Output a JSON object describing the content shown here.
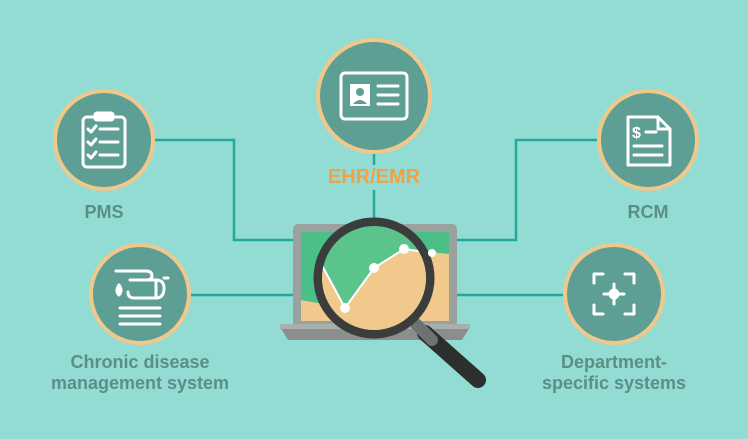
{
  "nodes": {
    "ehr": {
      "label": "EHR/EMR",
      "icon": "id-card-icon"
    },
    "pms": {
      "label": "PMS",
      "icon": "clipboard-checklist-icon"
    },
    "rcm": {
      "label": "RCM",
      "icon": "invoice-dollar-icon"
    },
    "chronic": {
      "label_line1": "Chronic disease",
      "label_line2": "management system",
      "icon": "pointing-hand-icon"
    },
    "department": {
      "label_line1": "Department-",
      "label_line2": "specific systems",
      "icon": "focus-target-icon"
    }
  },
  "center": {
    "icon": "laptop-chart-magnifier-icon"
  },
  "colors": {
    "background": "#93dcd3",
    "circle_fill": "#5e9f95",
    "circle_ring": "#f0c98a",
    "connector": "#23a89c",
    "label": "#5b8f86",
    "accent_label": "#f0a24a"
  }
}
